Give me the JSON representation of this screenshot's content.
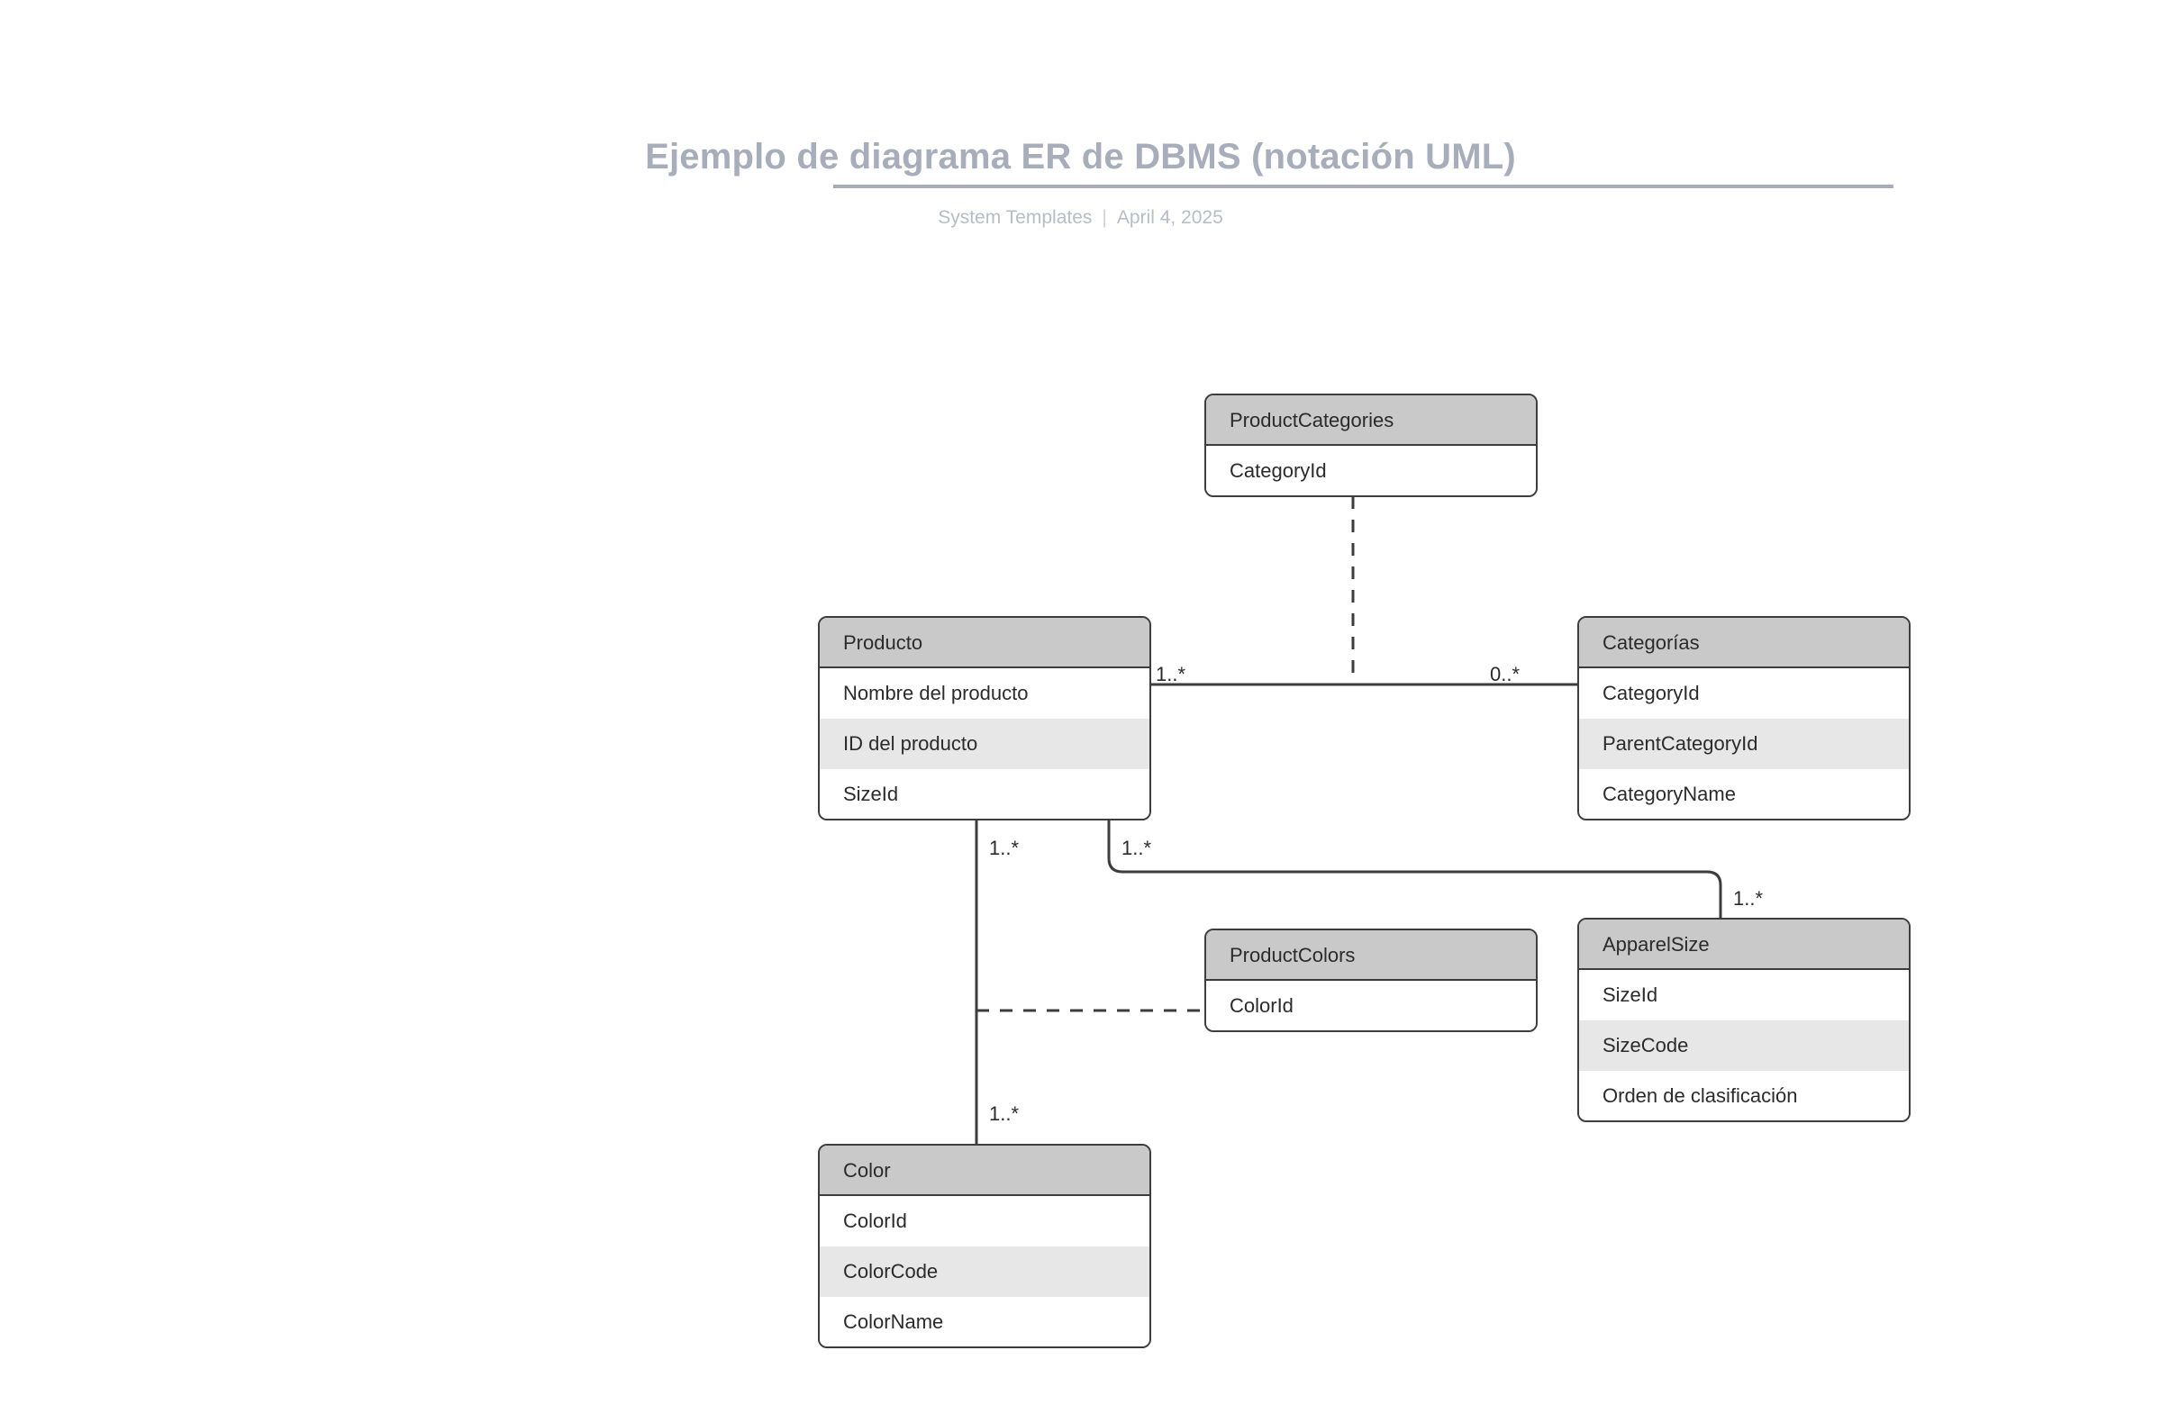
{
  "header": {
    "title": "Ejemplo de diagrama ER de DBMS (notación UML)",
    "author": "System Templates",
    "separator": "|",
    "date": "April 4, 2025"
  },
  "colors": {
    "title": "#a7adbb",
    "subtitle": "#b6bcc8",
    "box_border": "#3d3d3d",
    "box_header_fill": "#c9c9c9",
    "row_alt_fill": "#e7e7e7",
    "row_fill": "#ffffff",
    "connector": "#3d3d3d",
    "background": "#ffffff"
  },
  "diagram": {
    "notation": "UML",
    "entities": [
      {
        "id": "product-categories",
        "name": "ProductCategories",
        "kind": "association-class",
        "attributes": [
          "CategoryId"
        ]
      },
      {
        "id": "producto",
        "name": "Producto",
        "kind": "class",
        "attributes": [
          "Nombre del producto",
          "ID del producto",
          "SizeId"
        ]
      },
      {
        "id": "categorias",
        "name": "Categorías",
        "kind": "class",
        "attributes": [
          "CategoryId",
          "ParentCategoryId",
          "CategoryName"
        ]
      },
      {
        "id": "product-colors",
        "name": "ProductColors",
        "kind": "association-class",
        "attributes": [
          "ColorId"
        ]
      },
      {
        "id": "apparel-size",
        "name": "ApparelSize",
        "kind": "class",
        "attributes": [
          "SizeId",
          "SizeCode",
          "Orden de clasificación"
        ]
      },
      {
        "id": "color",
        "name": "Color",
        "kind": "class",
        "attributes": [
          "ColorId",
          "ColorCode",
          "ColorName"
        ]
      }
    ],
    "relationships": [
      {
        "id": "producto-categorias",
        "from": "producto",
        "to": "categorias",
        "line": "solid",
        "association_class": "product-categories",
        "from_multiplicity": "1..*",
        "to_multiplicity": "0..*"
      },
      {
        "id": "producto-color",
        "from": "producto",
        "to": "color",
        "line": "solid",
        "association_class": "product-colors",
        "from_multiplicity": "1..*",
        "to_multiplicity": "1..*"
      },
      {
        "id": "producto-apparelsize",
        "from": "producto",
        "to": "apparel-size",
        "line": "solid",
        "from_multiplicity": "1..*",
        "to_multiplicity": "1..*"
      }
    ],
    "multiplicity_labels": [
      {
        "id": "m-producto-categorias",
        "text": "1..*"
      },
      {
        "id": "m-categorias-producto",
        "text": "0..*"
      },
      {
        "id": "m-producto-color",
        "text": "1..*"
      },
      {
        "id": "m-producto-apparelsize",
        "text": "1..*"
      },
      {
        "id": "m-apparelsize-producto",
        "text": "1..*"
      },
      {
        "id": "m-color-producto",
        "text": "1..*"
      }
    ]
  }
}
